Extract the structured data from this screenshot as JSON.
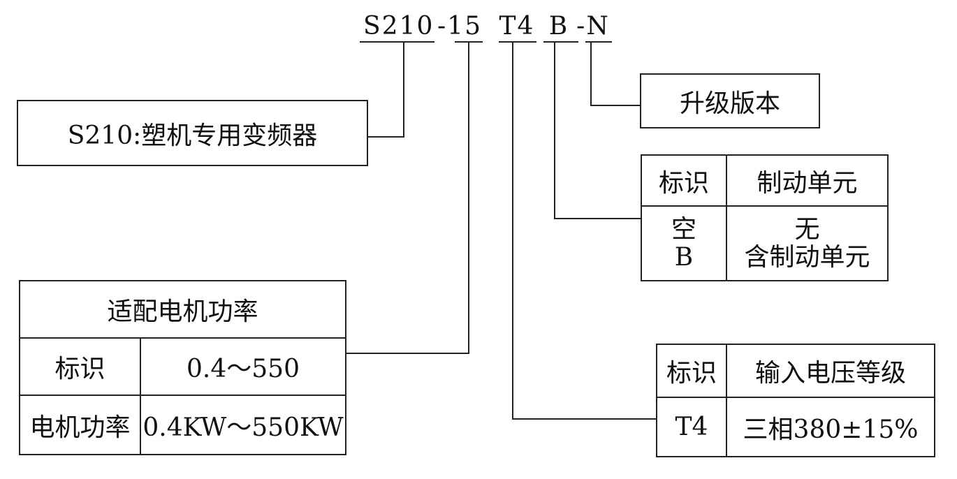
{
  "model_code": {
    "series": "S210",
    "power_code": "-15",
    "voltage_code": "T4",
    "brake_code": "B",
    "version_code": "-N"
  },
  "upgrade_box": {
    "label": "升级版本"
  },
  "series_box": {
    "label": "S210:塑机专用变频器"
  },
  "brake_table": {
    "header_id": "标识",
    "header_name": "制动单元",
    "row_ids": [
      "空",
      "B"
    ],
    "row_values": [
      "无",
      "含制动单元"
    ]
  },
  "power_table": {
    "title": "适配电机功率",
    "rows": [
      {
        "label": "标识",
        "value": "0.4～550"
      },
      {
        "label": "电机功率",
        "value": "0.4KW～550KW"
      }
    ]
  },
  "voltage_table": {
    "header_id": "标识",
    "header_name": "输入电压等级",
    "rows": [
      {
        "label": "T4",
        "value": "三相380±15%"
      }
    ]
  }
}
